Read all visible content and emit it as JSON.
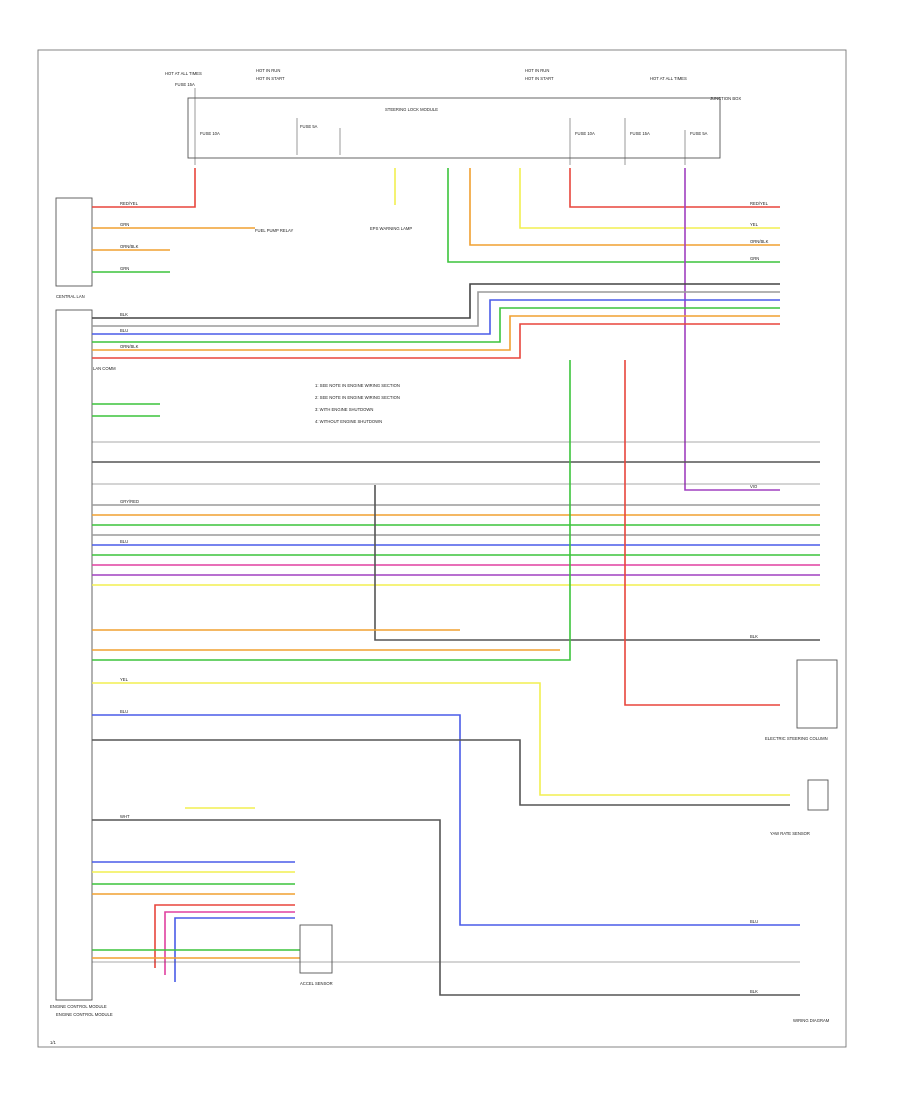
{
  "labels": {
    "ecm_title": "ENGINE CONTROL MODULE",
    "center_component_title": "STEERING LOCK MODULE",
    "can_label": "CENTRAL LAN",
    "right_module": "ELECTRIC STEERING COLUMN",
    "bottom_left_module": "ENGINE CONTROL MODULE",
    "bottom_right_text": "WIRING DIAGRAM",
    "left_connector_label": "LAN COMM",
    "lamp_caption": "EPS WARNING LAMP",
    "sensor_caption": "ACCEL SENSOR",
    "relay_caption": "FUEL PUMP RELAY",
    "yaw_caption": "YAW RATE SENSOR",
    "page_mark": "1/1"
  },
  "wire_labels": {
    "red": "RED/YEL",
    "grn": "GRN",
    "org": "ORN/BLK",
    "yel": "YEL",
    "blu": "BLU",
    "vio": "VIO",
    "blk": "BLK",
    "gry": "GRY/RED",
    "wht": "WHT"
  },
  "notes": [
    "1: SEE NOTE IN ENGINE WIRING SECTION",
    "2: SEE NOTE IN ENGINE WIRING SECTION",
    "3: WITH ENGINE SHUTDOWN",
    "4: WITHOUT ENGINE SHUTDOWN"
  ],
  "colors": {
    "red": "#e8453c",
    "green": "#3cc43c",
    "orange": "#f0a030",
    "yellow": "#f2ef50",
    "blue": "#4a5ce8",
    "violet": "#a040c0",
    "pink": "#e040a0",
    "black": "#444444",
    "gray": "#9a9a9a",
    "line": "#666666"
  }
}
